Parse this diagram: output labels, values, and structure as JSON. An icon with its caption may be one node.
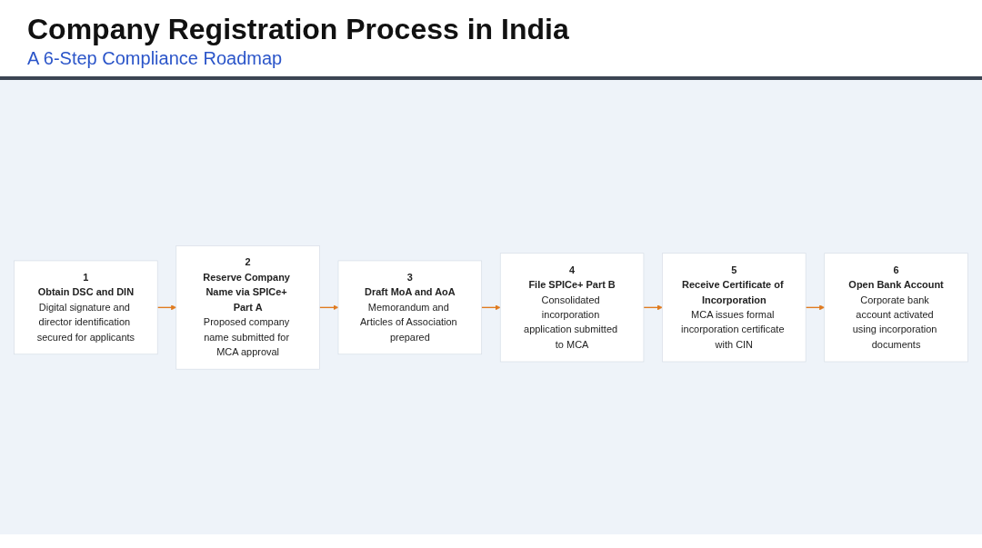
{
  "diagram": {
    "title": "Company Registration Process in India",
    "nodes": [
      {
        "text": [
          "1",
          "Obtain DSC and DIN",
          "Digital signature and director identification secured for applicants"
        ]
      },
      {
        "text": [
          "2",
          "Reserve Company Name via SPICe+ Part A",
          "Proposed company name submitted for MCA approval"
        ]
      },
      {
        "text": [
          "3",
          "Draft MoA and AoA",
          "Memorandum and Articles of Association prepared"
        ]
      },
      {
        "text": [
          "4",
          "File SPICe+ Part B",
          "Consolidated incorporation application submitted to MCA"
        ]
      },
      {
        "text": [
          "5",
          "Receive Certificate of Incorporation",
          "MCA issues formal incorporation certificate with CIN"
        ]
      },
      {
        "text": [
          "6",
          "Open Bank Account",
          "Corporate bank account activated using incorporation documents"
        ]
      }
    ],
    "edges": [
      {
        "from": 0,
        "to": 1,
        "arrow": "to"
      },
      {
        "from": 1,
        "to": 2,
        "arrow": "to"
      },
      {
        "from": 2,
        "to": 3,
        "arrow": "to"
      },
      {
        "from": 3,
        "to": 4,
        "arrow": "to"
      },
      {
        "from": 4,
        "to": 5,
        "arrow": "to"
      }
    ],
    "labels": [
      "A 6-Step Compliance Roadmap"
    ]
  }
}
